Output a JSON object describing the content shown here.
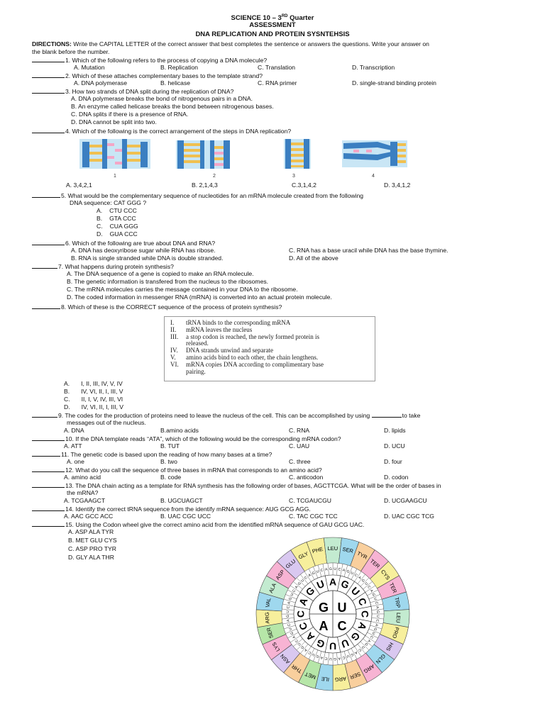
{
  "header": {
    "title": "SCIENCE 10 – 3",
    "title_sup": "RD",
    "title_tail": " Quarter",
    "subtitle": "ASSESSMENT",
    "topic": "DNA REPLICATION AND PROTEIN SYSNTEHSIS"
  },
  "directions": {
    "label": "DIRECTIONS:",
    "line1": " Write the CAPITAL LETTER of the correct answer that best completes the sentence or answers the questions. Write your answer on",
    "line2": "the blank before the number."
  },
  "q1": {
    "text": "1. Which of the following refers to the process of copying a DNA molecule?",
    "a": "A. Mutation",
    "b": "B. Replication",
    "c": "C. Translation",
    "d": "D. Transcription"
  },
  "q2": {
    "text": "2. Which of these attaches complementary bases to the template strand?",
    "a": "A. DNA polymerase",
    "b": "B. helicase",
    "c": "C.  RNA primer",
    "d": "D. single-strand binding protein"
  },
  "q3": {
    "text": "3. How two strands of DNA split during the replication of DNA?",
    "a": "A. DNA polymerase breaks the bond of nitrogenous pairs in a DNA.",
    "b": "B. An enzyme called helicase breaks the bond between nitrogenous bases.",
    "c": "C. DNA splits if there is a presence of RNA.",
    "d": "D. DNA cannot be split into two."
  },
  "q4": {
    "text": "4. Which of the following is the correct arrangement of the steps in DNA replication?",
    "fig_labels": [
      "1",
      "2",
      "3",
      "4"
    ],
    "a": "A. 3,4,2,1",
    "b": "B. 2,1,4,3",
    "c": "C.3,1,4,2",
    "d": "D. 3,4,1,2"
  },
  "q5": {
    "text": "5. What would be the complementary sequence of nucleotides for an mRNA molecule created from the following",
    "text2": "DNA sequence: CAT  GGG ?",
    "a_letter": "A.",
    "a": "CTU CCC",
    "b_letter": "B.",
    "b": "GTA CCC",
    "c_letter": "C.",
    "c": "CUA GGG",
    "d_letter": "D.",
    "d": "GUA CCC"
  },
  "q6": {
    "text": "6.  Which of the following are true about DNA and RNA?",
    "a": "A. DNA has deoxyribose sugar while RNA has ribose.",
    "b": "B. RNA is single stranded while DNA is double stranded.",
    "c": "C. RNA has a base uracil while DNA has the base thymine.",
    "d": "D. All of the above"
  },
  "q7": {
    "text": "7. What happens during protein synthesis?",
    "a": "A. The DNA sequence of a gene is copied to make an RNA molecule.",
    "b": "B. The genetic information is transfered from the nucleus to the ribosomes.",
    "c": "C. The mRNA molecules carries the message contained in your DNA to the ribosome.",
    "d": "D. The coded information in messenger RNA (mRNA) is converted into an actual protein molecule."
  },
  "q8": {
    "text": "8. Which of these is the CORRECT sequence of the process of protein synthesis?",
    "steps": [
      {
        "num": "I.",
        "text": "tRNA binds to the corresponding mRNA"
      },
      {
        "num": "II.",
        "text": "mRNA leaves the nucleus"
      },
      {
        "num": "III.",
        "text": "a stop codon is reached, the newly formed protein is"
      },
      {
        "num": "",
        "text": "released."
      },
      {
        "num": "IV.",
        "text": "DNA strands unwind and separate"
      },
      {
        "num": "V.",
        "text": "amino acids bind to each other, the chain lengthens."
      },
      {
        "num": "VI.",
        "text": "mRNA copies DNA according to complimentary base"
      },
      {
        "num": "",
        "text": "pairing."
      }
    ],
    "a_letter": "A.",
    "a": "I, II, III, IV, V, IV",
    "b_letter": "B.",
    "b": "IV, VI, II, I, III, V",
    "c_letter": "C.",
    "c": "II, I, V, IV, III, VI",
    "d_letter": "D.",
    "d": "IV, VI, II, I, III, V"
  },
  "q9": {
    "text": "9. The codes for the production of proteins need to leave the nucleus of the cell. This can be accomplished by using ",
    "text_tail": "to take",
    "text2": "messages out of the nucleus.",
    "a": "A. DNA",
    "b": "B.amino acids",
    "c": "C. RNA",
    "d": "D. lipids"
  },
  "q10": {
    "text": "10. If the DNA template reads “ATA”, which of the following would be the corresponding mRNA codon?",
    "a": "A. ATT",
    "b": "B. TUT",
    "c": "C. UAU",
    "d": "D. UCU"
  },
  "q11": {
    "text": "11. The genetic code is based upon the reading of how many bases at a time?",
    "a": "A. one",
    "b": "B. two",
    "c": "C. three",
    "d": "D. four"
  },
  "q12": {
    "text": "12. What do you call the sequence of three bases in mRNA that corresponds to an amino acid?",
    "a": "A. amino acid",
    "b": "B. code",
    "c": "C. anticodon",
    "d": "D. codon"
  },
  "q13": {
    "text": "13. The DNA chain acting as a template for RNA synthesis has the following order of bases, AGCTTCGA. What will be the order of bases in",
    "text2": "the mRNA?",
    "a": "A. TCGAAGCT",
    "b": "B. UGCUAGCT",
    "c": "C. TCGAUCGU",
    "d": "D. UCGAAGCU"
  },
  "q14": {
    "text": "14. Identify the correct tRNA sequence from the identify mRNA sequence: AUG GCG AGG.",
    "a": "A. AAC GCC ACC",
    "b": "B. UAC CGC UCC",
    "c": "C. TAC CGC TCC",
    "d": "D. UAC CGC TCG"
  },
  "q15": {
    "text": "15. Using the Codon wheel give the correct amino acid from the identified mRNA sequence of GAU GCG UAC.",
    "a": "A. ASP ALA TYR",
    "b": "B. MET GLU CYS",
    "c": "C. ASP PRO TYR",
    "d": "D. GLY ALA THR"
  },
  "wheel": {
    "inner": [
      "G",
      "U",
      "A",
      "C"
    ],
    "middle": [
      "A",
      "G",
      "U",
      "C",
      "C",
      "A",
      "G",
      "U",
      "U",
      "G",
      "A",
      "C",
      "C",
      "A",
      "G",
      "U"
    ],
    "amino": [
      "PHE",
      "LEU",
      "SER",
      "TYR",
      "TER",
      "CYS",
      "TER",
      "TRP",
      "LEU",
      "PRO",
      "HIS",
      "GLN",
      "ARG",
      "SER",
      "ARG",
      "ILE",
      "MET",
      "THR",
      "ASN",
      "LYS",
      "SER",
      "ARG",
      "VAL",
      "ALA",
      "ASP",
      "GLU",
      "GLY"
    ],
    "colors": {
      "pink": "#f7b3d3",
      "yellow": "#f7ef9c",
      "cyan": "#9fd8ee",
      "green": "#b6e6a8",
      "lavender": "#d9c8f0",
      "peach": "#f9cf9d",
      "mint": "#c3ebd0"
    }
  }
}
